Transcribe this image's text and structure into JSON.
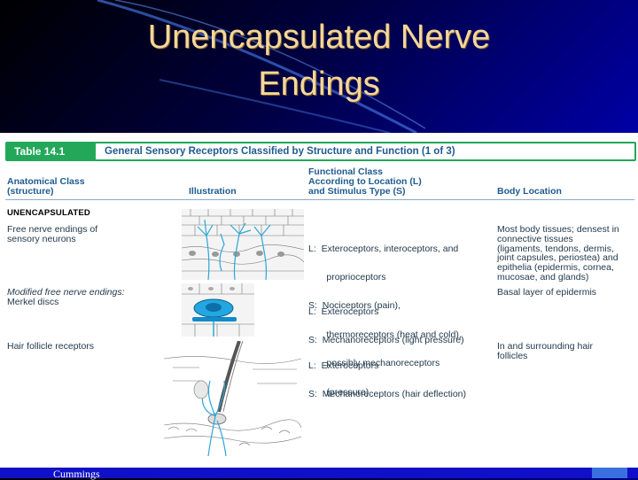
{
  "slide": {
    "title_line1": "Unencapsulated Nerve",
    "title_line2": "Endings",
    "footer": "Cummings"
  },
  "table": {
    "label": "Table 14.1",
    "caption": "General Sensory Receptors Classified by Structure and Function (1 of 3)",
    "headers": {
      "anatomical": [
        "Anatomical Class",
        "(structure)"
      ],
      "illustration": "Illustration",
      "functional": [
        "Functional Class",
        "According to Location (L)",
        "and Stimulus Type (S)"
      ],
      "body_location": "Body Location"
    },
    "section": "UNENCAPSULATED",
    "rows": [
      {
        "anatomical": [
          "Free nerve endings of",
          "sensory neurons"
        ],
        "functional": [
          "L:  Exteroceptors, interoceptors, and",
          "       proprioceptors",
          "S:  Nociceptors (pain),",
          "       thermoreceptors (heat and cold),",
          "       possibly mechanoreceptors",
          "       (pressure)"
        ],
        "body": [
          "Most body tissues; densest in",
          "connective tissues",
          "(ligaments, tendons, dermis,",
          "joint capsules, periostea) and",
          "epithelia (epidermis, cornea,",
          "mucosae, and glands)"
        ]
      },
      {
        "anatomical": [
          "Modified free nerve endings:",
          "Merkel discs"
        ],
        "functional": [
          "L:  Exteroceptors",
          "S:  Mechanoreceptors (light pressure)"
        ],
        "body": [
          "Basal layer of epidermis"
        ]
      },
      {
        "anatomical": [
          "Hair follicle receptors"
        ],
        "functional": [
          "L:  Exteroceptors",
          "S:  Mechanoreceptors (hair deflection)"
        ],
        "body": [
          "In and surrounding hair",
          "follicles"
        ]
      }
    ]
  },
  "colors": {
    "accent_green": "#23a85a",
    "header_blue": "#1f5b8f",
    "title_gold": "#f5d79a"
  },
  "icons": [
    "free-nerve-ending-illustration",
    "merkel-disc-illustration",
    "hair-follicle-illustration"
  ]
}
